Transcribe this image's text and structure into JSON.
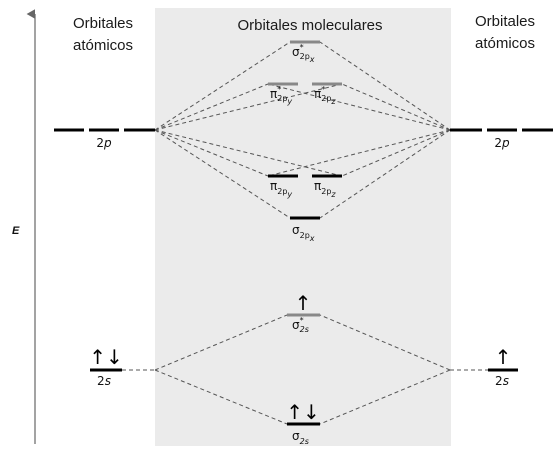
{
  "headers": {
    "left_line1": "Orbitales",
    "left_line2": "atómicos",
    "center": "Orbitales moleculares",
    "right_line1": "Orbitales",
    "right_line2": "atómicos"
  },
  "energy_axis": {
    "label": "E"
  },
  "atomic_levels": {
    "left_2p": {
      "base": "2",
      "italic": "p"
    },
    "left_2s": {
      "base": "2",
      "italic": "s",
      "electrons": "↑↓"
    },
    "right_2p": {
      "base": "2",
      "italic": "p"
    },
    "right_2s": {
      "base": "2",
      "italic": "s",
      "electrons": "↑"
    }
  },
  "molecular_levels": {
    "sigma_star_2px": {
      "symbol": "σ",
      "sub": "2p",
      "sub_italic": "x",
      "star": "*"
    },
    "pi_star_2py": {
      "symbol": "π",
      "sub": "2p",
      "sub_italic": "y",
      "star": "*"
    },
    "pi_star_2pz": {
      "symbol": "π",
      "sub": "2p",
      "sub_italic": "z",
      "star": "*"
    },
    "pi_2py": {
      "symbol": "π",
      "sub": "2p",
      "sub_italic": "y"
    },
    "pi_2pz": {
      "symbol": "π",
      "sub": "2p",
      "sub_italic": "z"
    },
    "sigma_2px": {
      "symbol": "σ",
      "sub": "2p",
      "sub_italic": "x"
    },
    "sigma_star_2s": {
      "symbol": "σ",
      "sub": "2s",
      "star": "*",
      "electrons": "↑"
    },
    "sigma_2s": {
      "symbol": "σ",
      "sub": "2s",
      "electrons": "↑↓"
    }
  },
  "colors": {
    "panel_bg": "#ebebeb",
    "level_filled": "#000000",
    "level_antibonding": "#888888",
    "dashed_line": "#555555",
    "axis": "#666666"
  }
}
